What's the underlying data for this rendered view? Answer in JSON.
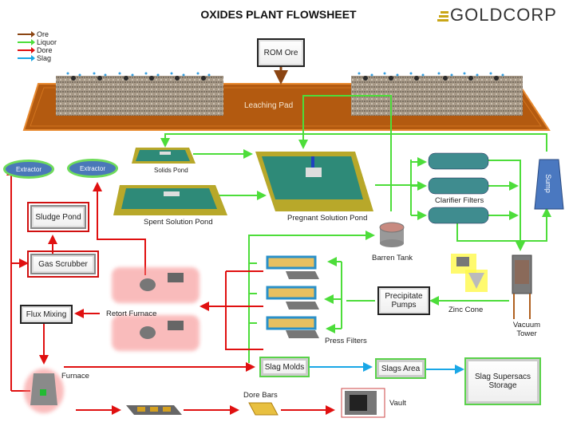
{
  "header": {
    "title": "OXIDES PLANT FLOWSHEET",
    "logo_text": "GOLDCORP"
  },
  "legend": [
    {
      "label": "Ore",
      "color": "#8b4513"
    },
    {
      "label": "Liquor",
      "color": "#4ddd3a"
    },
    {
      "label": "Dore",
      "color": "#e01010"
    },
    {
      "label": "Slag",
      "color": "#1aa7e6"
    }
  ],
  "colors": {
    "ore": "#8b4513",
    "liquor": "#4ddd3a",
    "dore": "#e01010",
    "slag": "#1aa7e6",
    "pad": "#b35a10",
    "pond_water": "#2e8a78",
    "pond_rim": "#b8a82a",
    "logo_gold": "#c9a617"
  },
  "nodes": {
    "rom_ore": "ROM Ore",
    "leaching_pad": "Leaching Pad",
    "solids_pond": "Solids Pond",
    "spent_solution_pond": "Spent Solution Pond",
    "pregnant_solution_pond": "Pregnant Solution Pond",
    "clarifier_filters": "Clarifier Filters",
    "sump": "Sump",
    "barren_tank": "Barren Tank",
    "extractor_1": "Extractor",
    "extractor_2": "Extractor",
    "sludge_pond": "Sludge Pond",
    "gas_scrubber": "Gas Scrubber",
    "retort_furnace": "Retort Furnace",
    "flux_mixing": "Flux Mixing",
    "press_filters": "Press Filters",
    "precipitate_pumps": "Precipitate Pumps",
    "zinc_cone": "Zinc Cone",
    "vacuum_tower": "Vacuum Tower",
    "furnace": "Furnace",
    "slag_molds": "Slag Molds",
    "slags_area": "Slags Area",
    "slag_supersacs_storage": "Slag Supersacs Storage",
    "dore_bars": "Dore Bars",
    "vault": "Vault"
  }
}
